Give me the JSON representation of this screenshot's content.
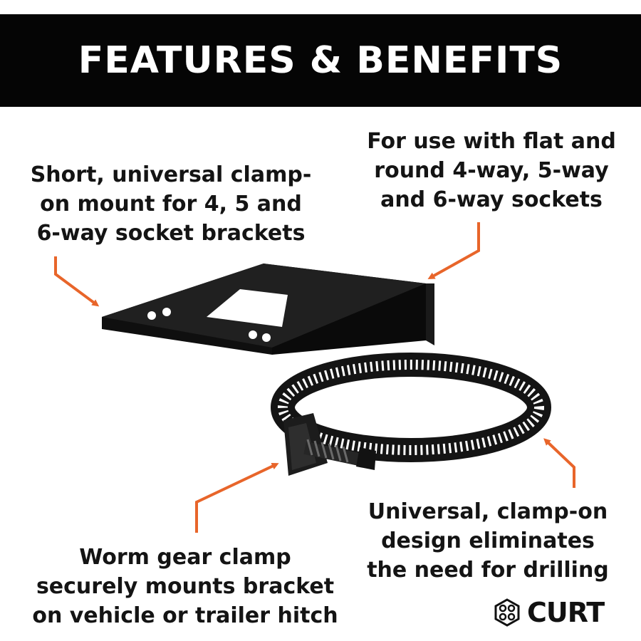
{
  "banner": {
    "title": "FEATURES & BENEFITS"
  },
  "captions": {
    "top_left": [
      "Short, universal clamp-",
      "on mount for 4, 5 and",
      "6-way socket brackets"
    ],
    "top_right": [
      "For use with flat and",
      "round 4-way, 5-way",
      "and 6-way sockets"
    ],
    "bottom_right": [
      "Universal, clamp-on",
      "design eliminates",
      "the need for drilling"
    ],
    "bottom_left": [
      "Worm gear clamp",
      "securely mounts bracket",
      "on vehicle or trailer hitch"
    ]
  },
  "logo": {
    "wordmark": "CURT",
    "icon": "curt-hex-logo-icon"
  },
  "colors": {
    "banner_bg": "#050505",
    "banner_text": "#ffffff",
    "arrow": "#e8652a",
    "text": "#141414",
    "product": "#151515"
  }
}
